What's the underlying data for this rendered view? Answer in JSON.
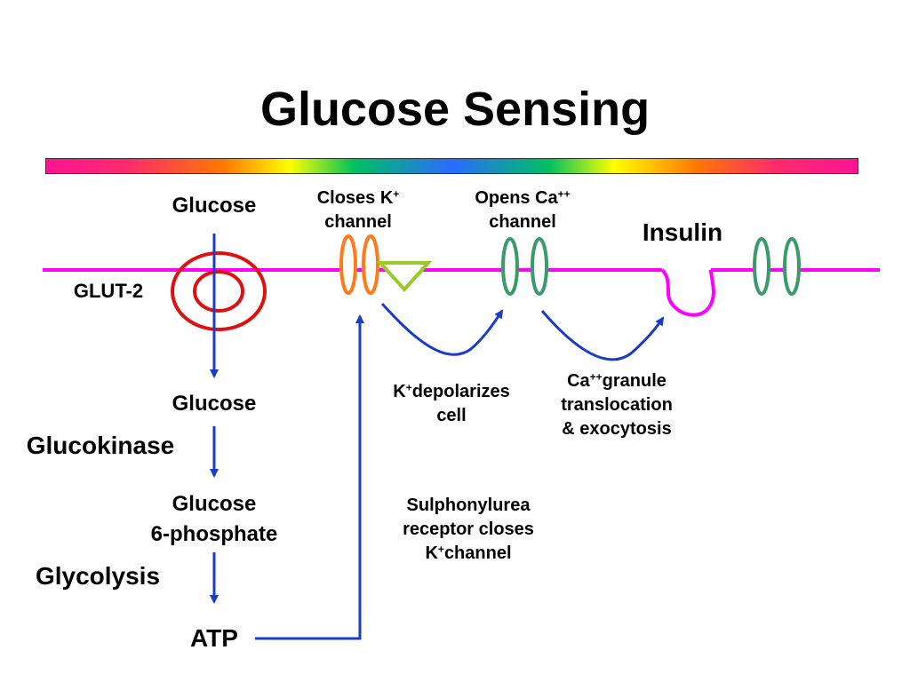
{
  "title": "Glucose Sensing",
  "labels": {
    "glucose_top": "Glucose",
    "glut2": "GLUT-2",
    "glucose_mid": "Glucose",
    "glucokinase": "Glucokinase",
    "glucose6p_line1": "Glucose",
    "glucose6p_line2": "6-phosphate",
    "glycolysis": "Glycolysis",
    "atp": "ATP",
    "closes_k_line1": "Closes K",
    "closes_k_sup": "+",
    "closes_k_line2": "channel",
    "opens_ca_line1": "Opens Ca",
    "opens_ca_sup": "++",
    "opens_ca_line2": "channel",
    "insulin": "Insulin",
    "k_depol_k": "K",
    "k_depol_sup": "+",
    "k_depol_rest": "depolarizes",
    "k_depol_line2": "cell",
    "ca_granule_ca": "Ca",
    "ca_granule_sup": "++",
    "ca_granule_rest": "granule",
    "ca_granule_line2": "translocation",
    "ca_granule_line3": "& exocytosis",
    "sulph_line1": "Sulphonylurea",
    "sulph_line2": "receptor closes",
    "sulph_k": "K",
    "sulph_sup": "+",
    "sulph_rest": "channel"
  },
  "colors": {
    "membrane": "#ff00ff",
    "glut2": "#e01010",
    "k_channel": "#ff7a1a",
    "receptor": "#99cc22",
    "ca_channel": "#3a9a6a",
    "arrow": "#1a3ccc"
  }
}
